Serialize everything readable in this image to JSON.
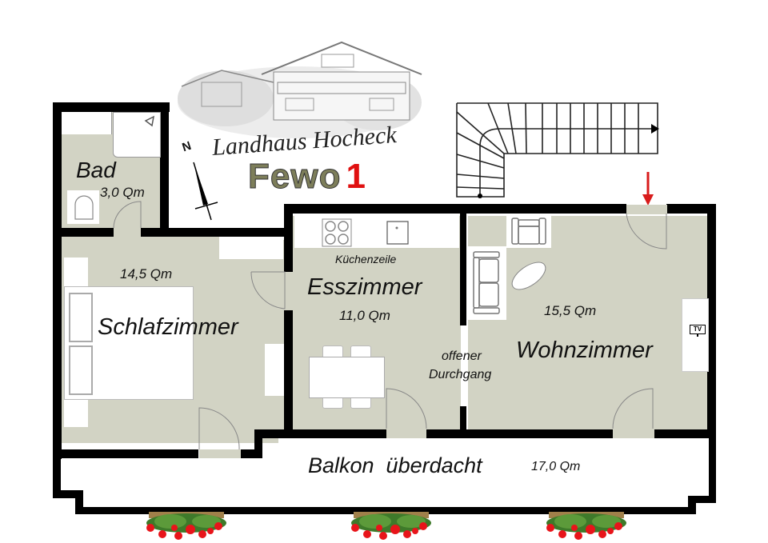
{
  "header": {
    "brand_name": "Landhaus Hocheck",
    "unit_prefix": "Fewo",
    "unit_number": "1",
    "unit_prefix_color": "#7d7e5a",
    "unit_number_color": "#e01010"
  },
  "compass": {
    "label": "N"
  },
  "colors": {
    "floor": "#d2d3c4",
    "wall": "#000000",
    "entrance_arrow": "#d81c1c"
  },
  "rooms": {
    "bad": {
      "name": "Bad",
      "area": "3,0 Qm"
    },
    "schlafzimmer": {
      "name": "Schlafzimmer",
      "area": "14,5 Qm"
    },
    "esszimmer": {
      "name": "Esszimmer",
      "area": "11,0 Qm",
      "sub_label": "Küchenzeile"
    },
    "durchgang": {
      "line1": "offener",
      "line2": "Durchgang"
    },
    "wohnzimmer": {
      "name": "Wohnzimmer",
      "area": "15,5 Qm",
      "tv_label": "TV"
    },
    "balkon": {
      "name": "Balkon  überdacht",
      "area": "17,0 Qm"
    }
  }
}
